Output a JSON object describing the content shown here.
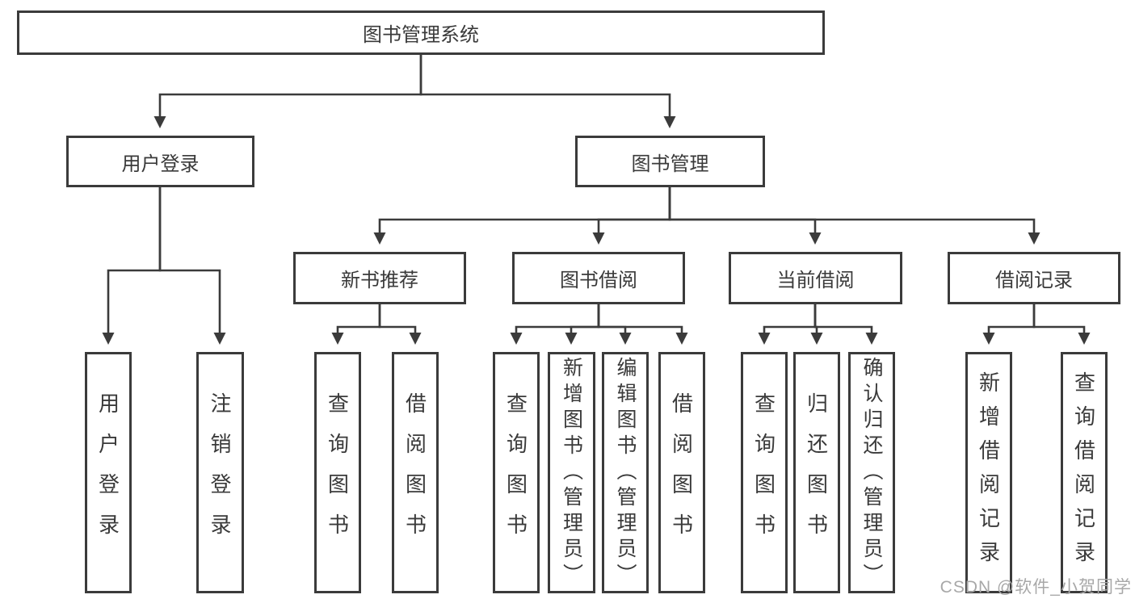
{
  "diagram": {
    "root": {
      "label": "图书管理系统",
      "children": [
        {
          "label": "用户登录",
          "children": [
            {
              "label": "用户登录"
            },
            {
              "label": "注销登录"
            }
          ]
        },
        {
          "label": "图书管理",
          "children": [
            {
              "label": "新书推荐",
              "children": [
                {
                  "label": "查询图书"
                },
                {
                  "label": "借阅图书"
                }
              ]
            },
            {
              "label": "图书借阅",
              "children": [
                {
                  "label": "查询图书"
                },
                {
                  "label": "新增图书（管理员）"
                },
                {
                  "label": "编辑图书（管理员）"
                },
                {
                  "label": "借阅图书"
                }
              ]
            },
            {
              "label": "当前借阅",
              "children": [
                {
                  "label": "查询图书"
                },
                {
                  "label": "归还图书"
                },
                {
                  "label": "确认归还（管理员）"
                }
              ]
            },
            {
              "label": "借阅记录",
              "children": [
                {
                  "label": "新增借阅记录"
                },
                {
                  "label": "查询借阅记录"
                }
              ]
            }
          ]
        }
      ]
    }
  },
  "watermark": {
    "text": "CSDN @软件_小贺同学"
  },
  "colors": {
    "line": "#3b3b3b",
    "box_bg": "#ffffff",
    "text": "#3a3a3a",
    "watermark": "#a8a8a8"
  }
}
